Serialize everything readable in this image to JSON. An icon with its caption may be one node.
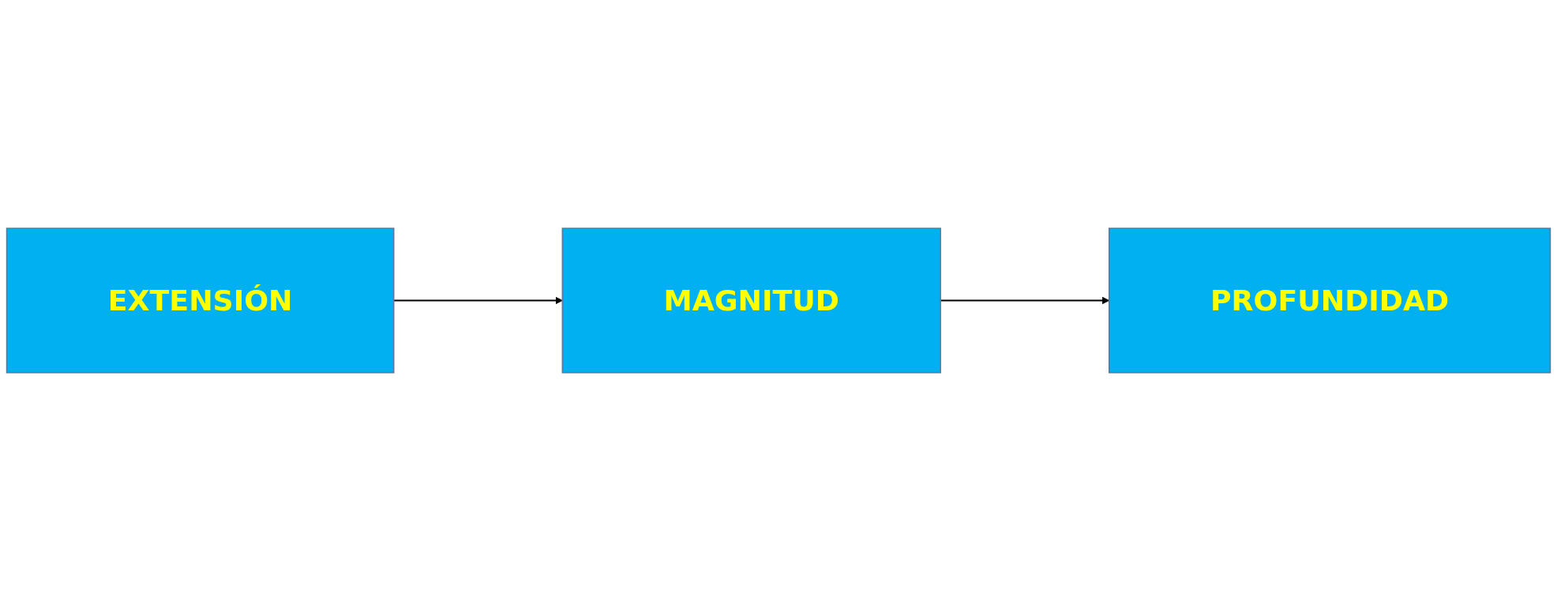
{
  "diagram": {
    "nodes": [
      {
        "text": [
          "EXTENSIÓN"
        ]
      },
      {
        "text": [
          "MAGNITUD"
        ]
      },
      {
        "text": [
          "PROFUNDIDAD"
        ]
      }
    ],
    "edges": [
      {
        "from": 0,
        "to": 1,
        "arrow": "to"
      },
      {
        "from": 1,
        "to": 2,
        "arrow": "to"
      }
    ]
  }
}
